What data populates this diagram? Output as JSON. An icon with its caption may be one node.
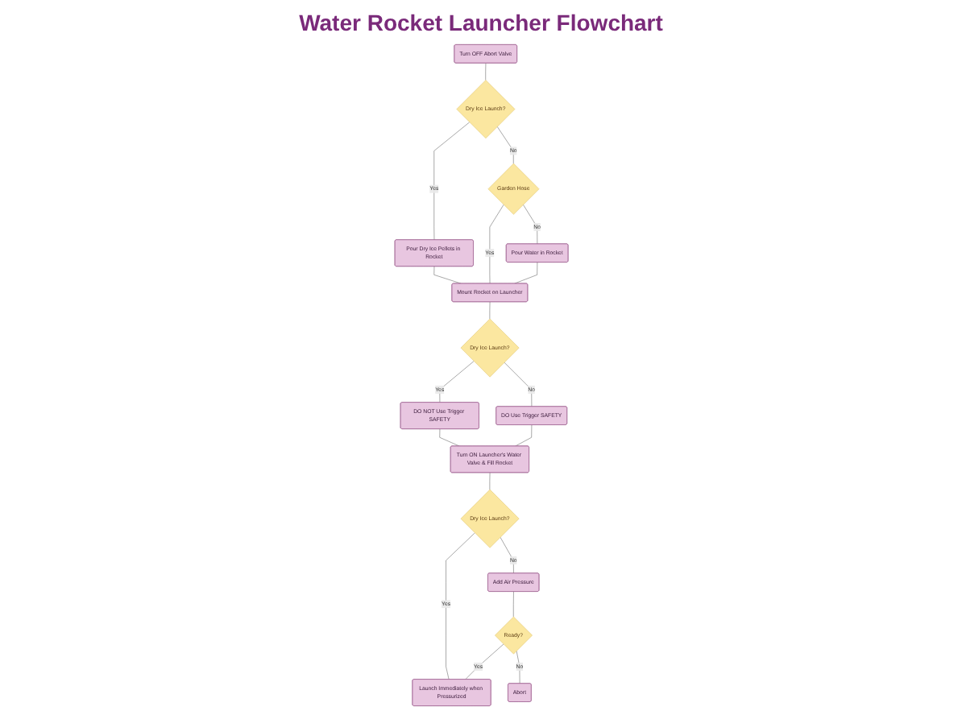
{
  "diagram": {
    "title": "Water Rocket Launcher Flowchart",
    "nodes": [
      {
        "text": [
          "Turn OFF Abort Valve"
        ]
      },
      {
        "text": [
          "Dry Ice Launch?"
        ]
      },
      {
        "text": [
          "Pour Dry Ice Pellets in Rocket"
        ]
      },
      {
        "text": [
          "Garden Hose"
        ]
      },
      {
        "text": [
          "Mount Rocket on Launcher"
        ]
      },
      {
        "text": [
          "Pour Water in Rocket"
        ]
      },
      {
        "text": [
          "DO NOT Use Trigger SAFETY"
        ]
      },
      {
        "text": [
          "Dry Ice Launch?"
        ]
      },
      {
        "text": [
          "DO Use Trigger SAFETY"
        ]
      },
      {
        "text": [
          "Turn ON Launcher's Water Valve & Fill Rocket"
        ]
      },
      {
        "text": [
          "Dry Ice Launch?"
        ]
      },
      {
        "text": [
          "Add Air Pressure"
        ]
      },
      {
        "text": [
          "Launch Immediately when Pressurized"
        ]
      },
      {
        "text": [
          "Ready?"
        ]
      },
      {
        "text": [
          "Abort"
        ]
      }
    ],
    "edges": [
      {
        "from": 0,
        "to": 1,
        "arrow": "none"
      },
      {
        "from": 1,
        "to": 2,
        "arrow": "none",
        "label": "Yes"
      },
      {
        "from": 1,
        "to": 3,
        "arrow": "none",
        "label": "No"
      },
      {
        "from": 3,
        "to": 4,
        "arrow": "none",
        "label": "Yes"
      },
      {
        "from": 3,
        "to": 5,
        "arrow": "none",
        "label": "No"
      },
      {
        "from": 2,
        "to": 4,
        "arrow": "none"
      },
      {
        "from": 5,
        "to": 4,
        "arrow": "none"
      },
      {
        "from": 4,
        "to": 7,
        "arrow": "none"
      },
      {
        "from": 7,
        "to": 6,
        "arrow": "none",
        "label": "Yes"
      },
      {
        "from": 7,
        "to": 8,
        "arrow": "none",
        "label": "No"
      },
      {
        "from": 6,
        "to": 9,
        "arrow": "none"
      },
      {
        "from": 8,
        "to": 9,
        "arrow": "none"
      },
      {
        "from": 9,
        "to": 10,
        "arrow": "none"
      },
      {
        "from": 10,
        "to": 12,
        "arrow": "none",
        "label": "Yes"
      },
      {
        "from": 10,
        "to": 11,
        "arrow": "none",
        "label": "No"
      },
      {
        "from": 11,
        "to": 13,
        "arrow": "none"
      },
      {
        "from": 13,
        "to": 12,
        "arrow": "none",
        "label": "Yes"
      },
      {
        "from": 13,
        "to": 14,
        "arrow": "none",
        "label": "No"
      }
    ]
  }
}
